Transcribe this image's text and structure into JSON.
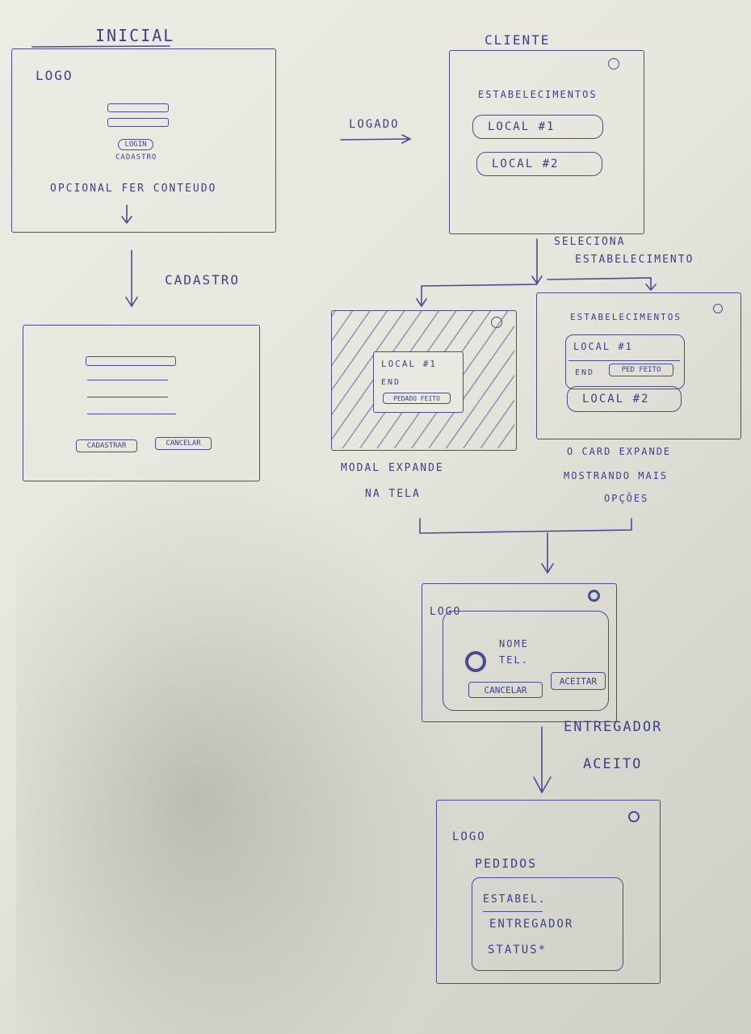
{
  "inicial": {
    "title": "INICIAL",
    "logo": "LOGO",
    "login_button": "LOGIN",
    "cadastro_link": "CADASTRO",
    "optional_text": "OPCIONAL FER CONTEUDO"
  },
  "cadastro": {
    "arrow_label": "CADASTRO",
    "cadastrar_button": "CADASTRAR",
    "cancelar_button": "CANCELAR"
  },
  "logado_label": "LOGADO",
  "cliente": {
    "title": "CLIENTE",
    "heading": "ESTABELECIMENTOS",
    "local1": "LOCAL #1",
    "local2": "LOCAL #2"
  },
  "seleciona": {
    "line1": "SELECIONA",
    "line2": "ESTABELECIMENTO"
  },
  "modal": {
    "local": "LOCAL #1",
    "end": "END",
    "pedido_button": "PEDADO FEITO",
    "caption1": "MODAL EXPANDE",
    "caption2": "NA TELA"
  },
  "card": {
    "heading": "ESTABELECIMENTOS",
    "local1": "LOCAL #1",
    "end": "END",
    "pedido_button": "PED FEITO",
    "local2": "LOCAL #2",
    "caption1": "O CARD EXPANDE",
    "caption2": "MOSTRANDO MAIS",
    "caption3": "OPÇÕES"
  },
  "entregador_modal": {
    "logo": "LOGO",
    "nome": "NOME",
    "tel": "TEL.",
    "cancelar_button": "CANCELAR",
    "aceitar_button": "ACEITAR"
  },
  "entregador_label": {
    "line1": "ENTREGADOR",
    "line2": "ACEITO"
  },
  "pedidos": {
    "logo": "LOGO",
    "heading": "PEDIDOS",
    "estabel": "ESTABEL.",
    "entregador": "ENTREGADOR",
    "status": "STATUS*"
  }
}
